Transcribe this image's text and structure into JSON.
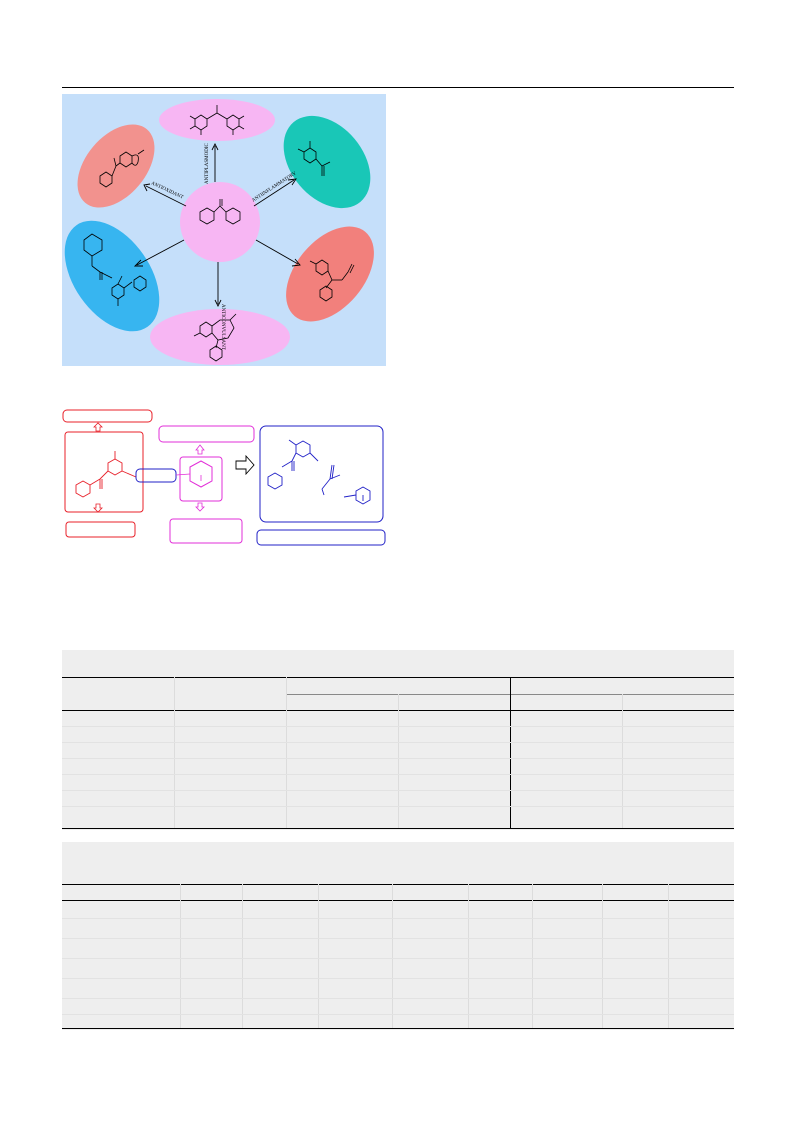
{
  "figure1": {
    "center_color": "#f7b6f3",
    "panels": [
      {
        "id": "top",
        "color": "#f7b6f3",
        "label": ""
      },
      {
        "id": "upper-right",
        "color": "#19c7b7",
        "label": ""
      },
      {
        "id": "lower-right",
        "color": "#f2807c",
        "label": ""
      },
      {
        "id": "bottom",
        "color": "#f7b6f3",
        "label": ""
      },
      {
        "id": "lower-left",
        "color": "#37b5f0",
        "label": ""
      },
      {
        "id": "upper-left",
        "color": "#f2928e",
        "label": ""
      }
    ],
    "arrow_labels": [
      "ANTIPLASMODIC",
      "ANTIINFLAMMATORY",
      "ANTICONVULSANT",
      "ANTIOXIDANT"
    ]
  },
  "figure2": {
    "red_color": "#e8202a",
    "magenta_color": "#e22fd8",
    "blue_color": "#2121c7"
  },
  "table1": {
    "caption": "",
    "columns": [
      "",
      "",
      "",
      "",
      "",
      ""
    ],
    "rows": 7
  },
  "table2": {
    "caption": "",
    "columns": [
      "",
      "",
      "",
      "",
      "",
      "",
      "",
      "",
      "",
      ""
    ],
    "rows": 8
  }
}
